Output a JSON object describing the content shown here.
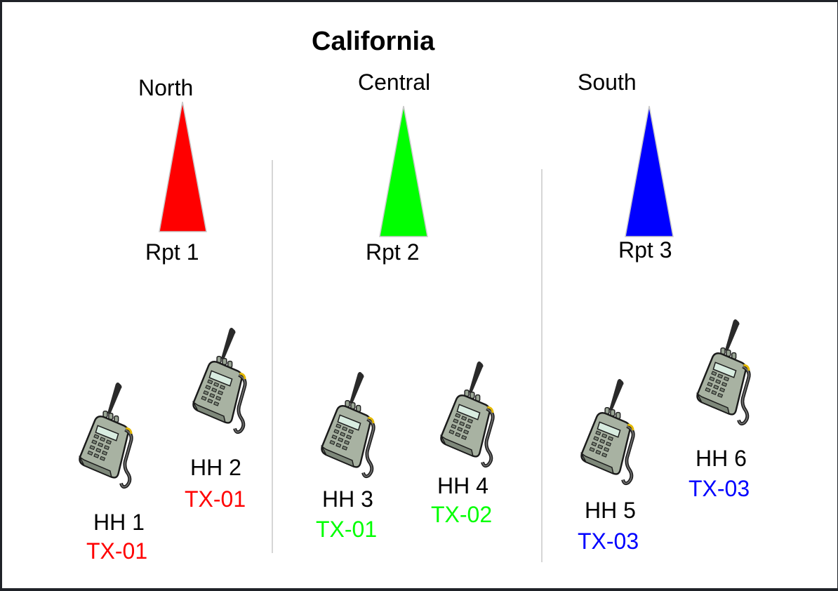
{
  "title": "California",
  "regions": [
    {
      "name": "North",
      "repeater": "Rpt 1",
      "color": "#ff0000"
    },
    {
      "name": "Central",
      "repeater": "Rpt 2",
      "color": "#00ff00"
    },
    {
      "name": "South",
      "repeater": "Rpt 3",
      "color": "#0000ff"
    }
  ],
  "handhelds": [
    {
      "name": "HH 1",
      "channel": "TX-01",
      "channel_color": "#ff0000"
    },
    {
      "name": "HH 2",
      "channel": "TX-01",
      "channel_color": "#ff0000"
    },
    {
      "name": "HH 3",
      "channel": "TX-01",
      "channel_color": "#00ff00"
    },
    {
      "name": "HH 4",
      "channel": "TX-02",
      "channel_color": "#00ff00"
    },
    {
      "name": "HH 5",
      "channel": "TX-03",
      "channel_color": "#0000ff"
    },
    {
      "name": "HH 6",
      "channel": "TX-03",
      "channel_color": "#0000ff"
    }
  ],
  "icons": {
    "repeater": "repeater-tower-icon",
    "handheld": "handheld-radio-icon"
  }
}
